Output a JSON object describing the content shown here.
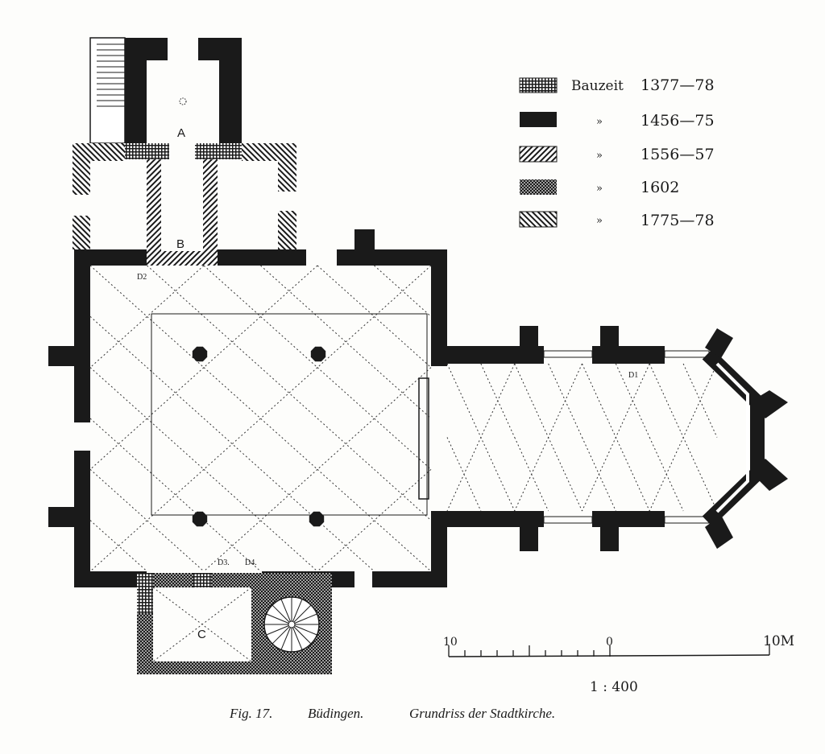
{
  "legend": {
    "items": [
      {
        "pattern": "grid",
        "prefix": "Bauzeit",
        "years": "1377—78"
      },
      {
        "pattern": "solid",
        "prefix": "»",
        "years": "1456—75"
      },
      {
        "pattern": "hatch-right",
        "prefix": "»",
        "years": "1556—57"
      },
      {
        "pattern": "dots",
        "prefix": "»",
        "years": "1602"
      },
      {
        "pattern": "hatch-left",
        "prefix": "»",
        "years": "1775—78"
      }
    ]
  },
  "rooms": {
    "a": "A",
    "b": "B",
    "c": "C"
  },
  "doors": {
    "d1": "D1",
    "d2": "D2",
    "d3": "D3.",
    "d4": "D4."
  },
  "scale": {
    "left": "10",
    "zero": "0",
    "right": "10M",
    "ratio": "1 : 400"
  },
  "caption": {
    "fig": "Fig. 17.",
    "place": "Büdingen.",
    "title": "Grundriss der Stadtkirche."
  },
  "colors": {
    "ink": "#1a1a1a",
    "paper": "#fdfdfb"
  }
}
